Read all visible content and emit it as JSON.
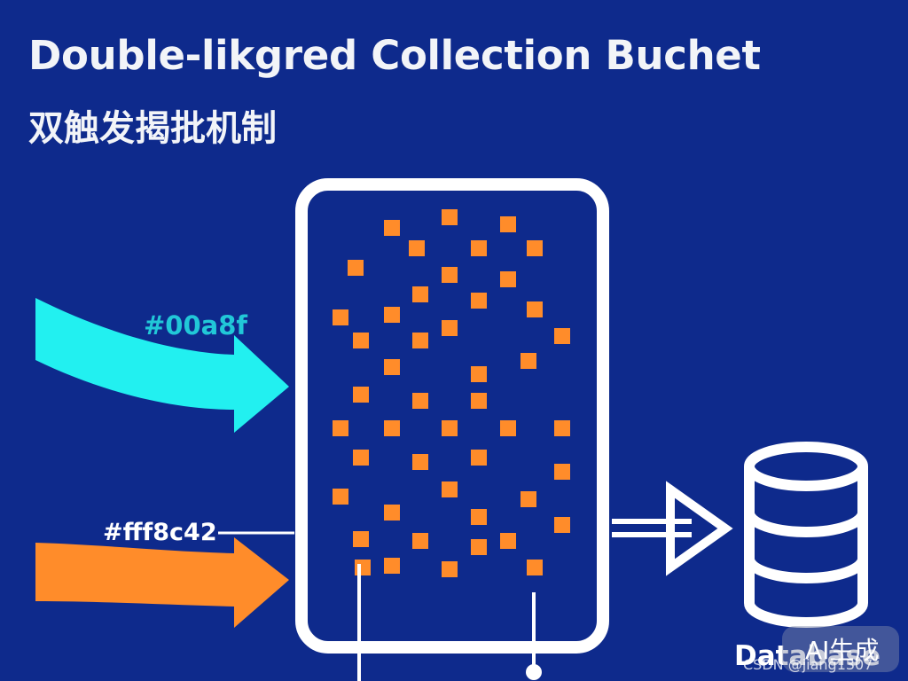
{
  "header": {
    "title": "Double-likgred Collection Buchet",
    "subtitle": "双触发揭批机制"
  },
  "inputs": {
    "cyan_label": "#00a8f",
    "orange_label": "#fff8c42"
  },
  "output": {
    "database_label": "Database"
  },
  "watermark": {
    "badge": "AI生成",
    "credit": "CSDN @jiang1307"
  },
  "colors": {
    "background": "#0e2a8c",
    "cyan_arrow": "#22f0f0",
    "orange_arrow": "#ff8c2a",
    "items": "#ff8c2a",
    "lines": "#ffffff"
  },
  "icons": {
    "cyan_arrow": "curved-arrow-right",
    "orange_arrow": "curved-arrow-right",
    "output_arrow": "double-line-arrow-right",
    "database": "database-cylinder-icon"
  }
}
